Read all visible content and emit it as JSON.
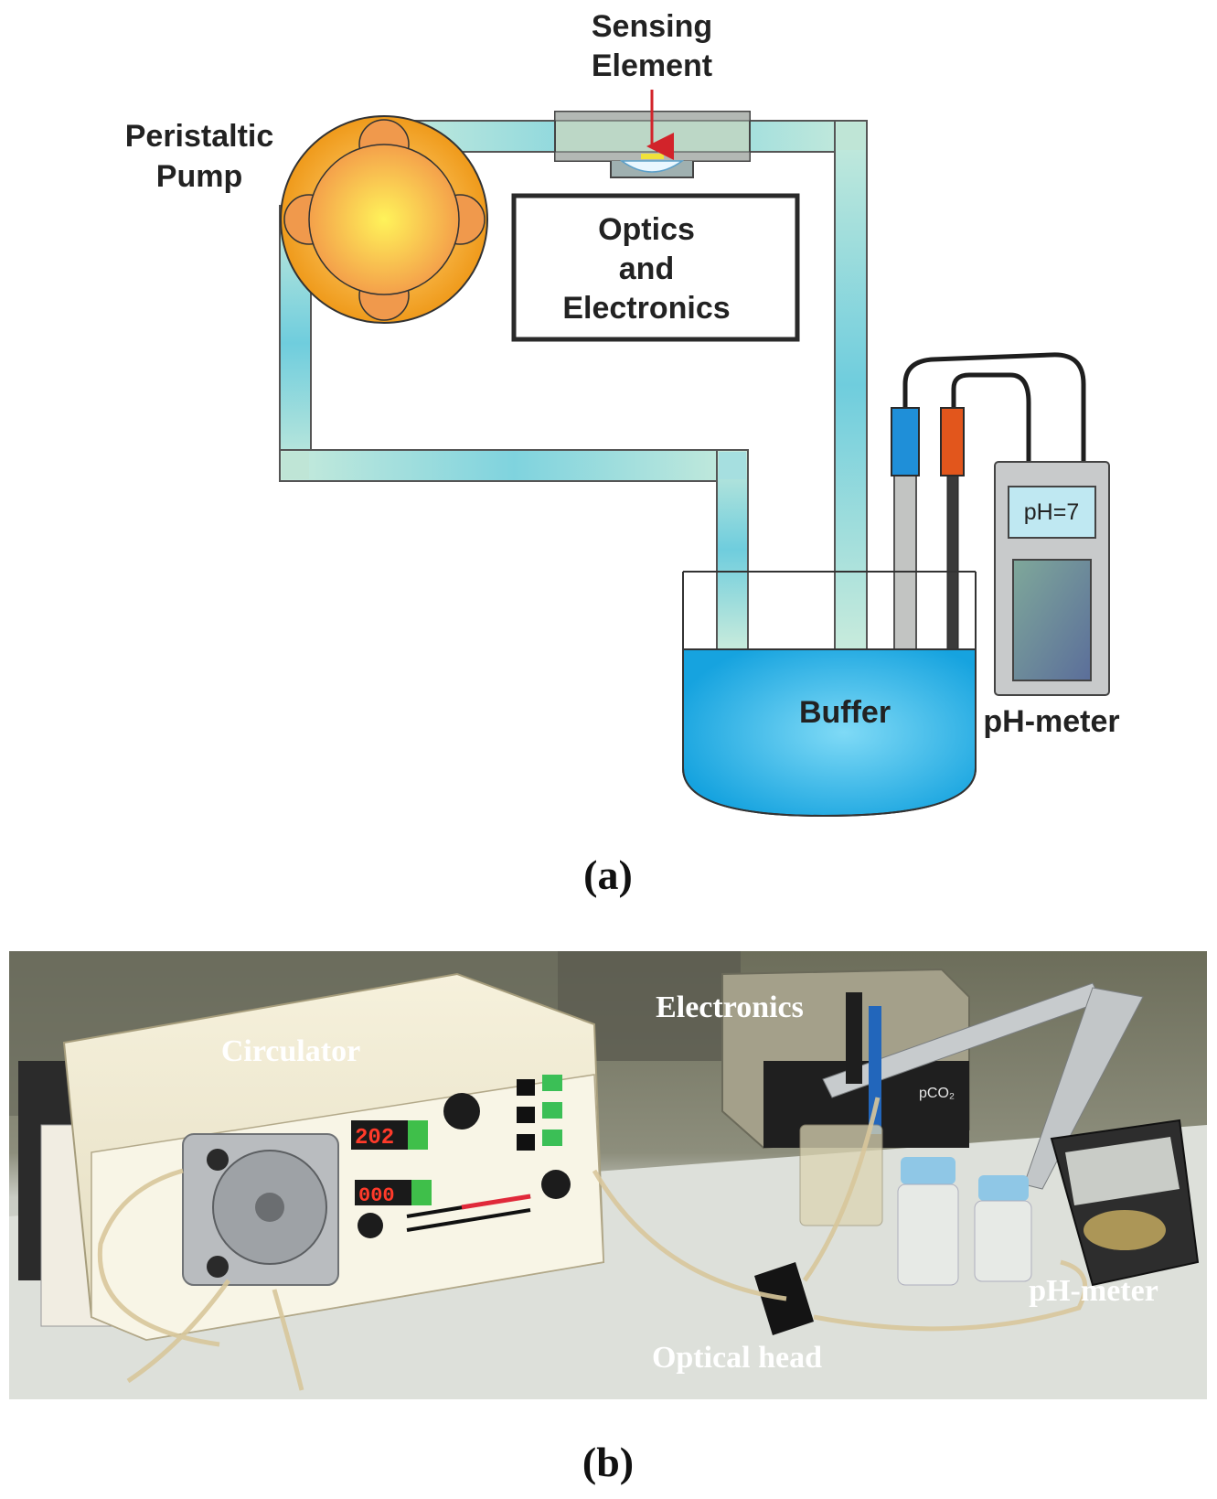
{
  "diagram": {
    "sensing_element_label_line1": "Sensing",
    "sensing_element_label_line2": "Element",
    "pump_label_line1": "Peristaltic",
    "pump_label_line2": "Pump",
    "optics_label_line1": "Optics",
    "optics_label_line2": "and",
    "optics_label_line3": "Electronics",
    "buffer_label": "Buffer",
    "ph_display": "pH=7",
    "ph_meter_label": "pH-meter",
    "caption": "(a)"
  },
  "photo": {
    "electronics_label": "Electronics",
    "circulator_label": "Circulator",
    "ph_meter_label": "pH-meter",
    "optical_head_label": "Optical head",
    "display_1": "202",
    "display_2": "000",
    "bottle_label": "pCO₂",
    "caption": "(b)"
  },
  "colors": {
    "tube": "#bfe5d6",
    "tube_dark": "#55c3d6",
    "pump": "#f3a11f",
    "buffer": "#1aa7e0",
    "probe_blue": "#1f8fd8",
    "probe_orange": "#e2561c"
  }
}
